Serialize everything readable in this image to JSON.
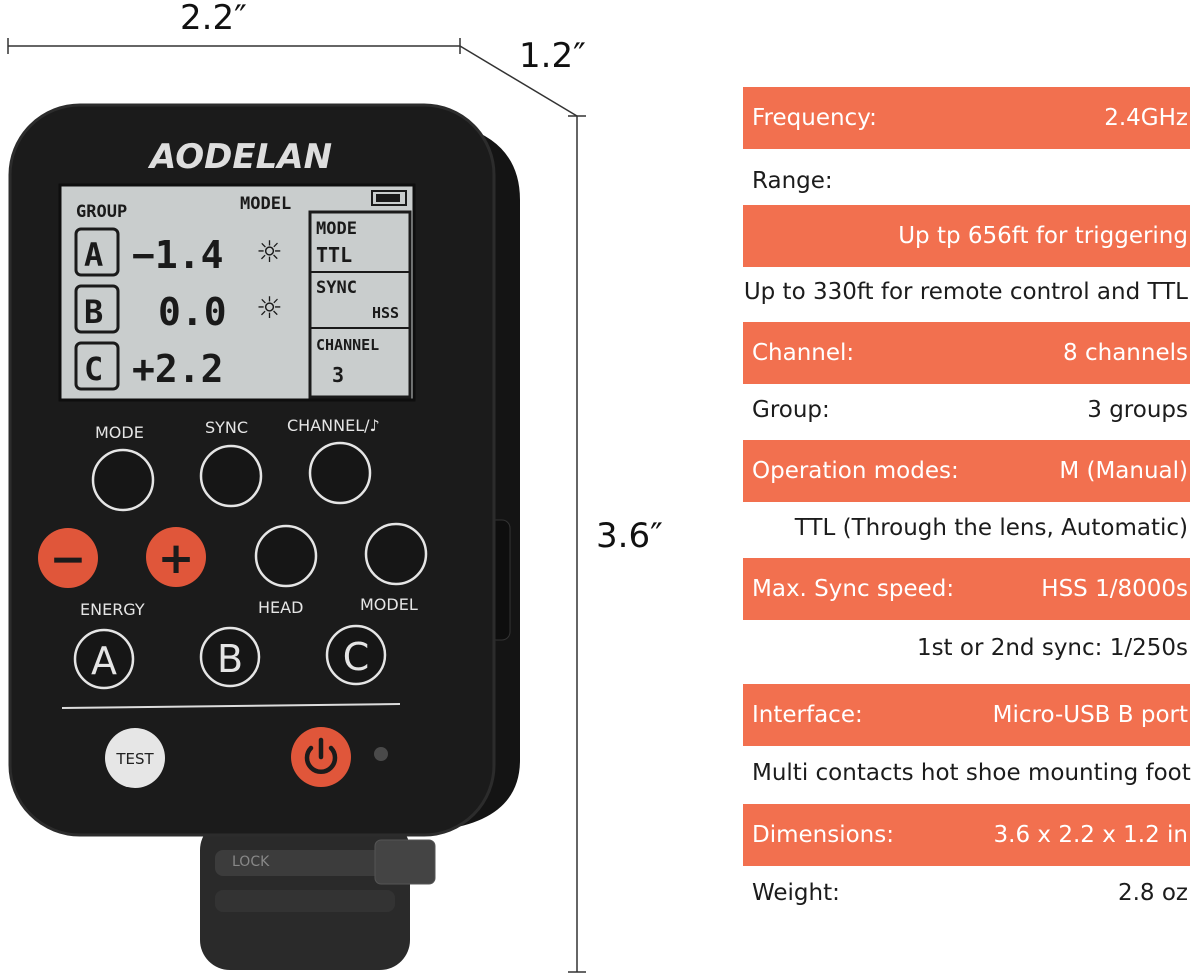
{
  "dimensions": {
    "width": "2.2″",
    "depth": "1.2″",
    "height": "3.6″"
  },
  "device": {
    "brand": "AODELAN",
    "lcd": {
      "group_label": "GROUP",
      "model_label": "MODEL",
      "groups": [
        {
          "letter": "A",
          "value": "−1.4"
        },
        {
          "letter": "B",
          "value": "0.0"
        },
        {
          "letter": "C",
          "value": "+2.2"
        }
      ],
      "mode_label": "MODE",
      "mode_value": "TTL",
      "sync_label": "SYNC",
      "sync_value": "HSS",
      "channel_label": "CHANNEL",
      "channel_value": "3"
    },
    "buttons": {
      "mode": "MODE",
      "sync": "SYNC",
      "channel": "CHANNEL/♪",
      "minus": "−",
      "plus": "+",
      "energy": "ENERGY",
      "head": "HEAD",
      "model": "MODEL",
      "a": "A",
      "b": "B",
      "c": "C",
      "test": "TEST",
      "power": "⏻"
    },
    "colors": {
      "body": "#1b1b1b",
      "accent": "#e0563a",
      "lcd": "#c9cdcd"
    }
  },
  "specs": [
    {
      "label": "Frequency:",
      "value": "2.4GHz",
      "style": "hl"
    },
    {
      "label": "Range:",
      "value": "",
      "style": "plain"
    },
    {
      "label": "",
      "value": "Up tp 656ft for triggering",
      "style": "hl"
    },
    {
      "label": "",
      "value": "Up to 330ft for remote control and TTL",
      "style": "plain"
    },
    {
      "label": "Channel:",
      "value": "8 channels",
      "style": "hl"
    },
    {
      "label": "Group:",
      "value": "3 groups",
      "style": "plain"
    },
    {
      "label": "Operation modes:",
      "value": "M (Manual)",
      "style": "hl"
    },
    {
      "label": "",
      "value": "TTL (Through the lens, Automatic)",
      "style": "plain"
    },
    {
      "label": "Max. Sync speed:",
      "value": "HSS 1/8000s",
      "style": "hl"
    },
    {
      "label": "",
      "value": "1st or 2nd sync: 1/250s",
      "style": "plain"
    },
    {
      "label": "Interface:",
      "value": "Micro-USB B port",
      "style": "hl"
    },
    {
      "label": "",
      "value": "Multi contacts hot shoe mounting foot",
      "style": "plain"
    },
    {
      "label": "Dimensions:",
      "value": "3.6 x 2.2 x 1.2 in",
      "style": "hl"
    },
    {
      "label": "Weight:",
      "value": "2.8 oz",
      "style": "plain"
    }
  ]
}
